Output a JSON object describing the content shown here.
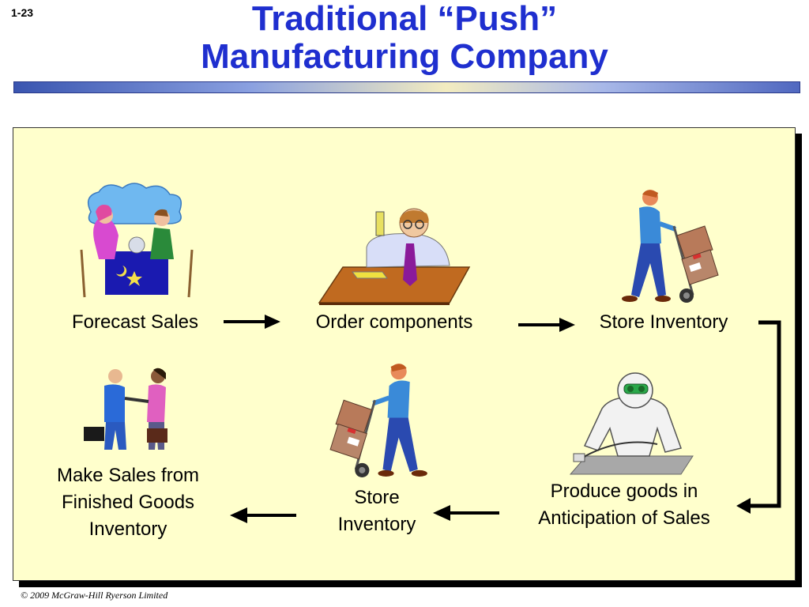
{
  "slide_number": "1-23",
  "title": {
    "line1": "Traditional “Push”",
    "line2": "Manufacturing Company"
  },
  "steps": [
    {
      "label": "Forecast Sales",
      "icon": "fortune-teller-icon"
    },
    {
      "label": "Order components",
      "icon": "phone-order-icon"
    },
    {
      "label": "Store Inventory",
      "icon": "hand-truck-worker-icon"
    },
    {
      "label": "Produce goods in Anticipation of Sales",
      "line1": "Produce goods in",
      "line2": "Anticipation of Sales",
      "icon": "factory-worker-icon"
    },
    {
      "label": "Store Inventory",
      "line1": "Store",
      "line2": "Inventory",
      "icon": "hand-truck-worker-icon"
    },
    {
      "label": "Make Sales from Finished Goods Inventory",
      "line1": "Make Sales from",
      "line2": "Finished Goods",
      "line3": "Inventory",
      "icon": "handshake-icon"
    }
  ],
  "footer": "© 2009 McGraw-Hill Ryerson Limited",
  "colors": {
    "title": "#1f2fcf",
    "panel": "#ffffcc",
    "arrow": "#000000"
  }
}
